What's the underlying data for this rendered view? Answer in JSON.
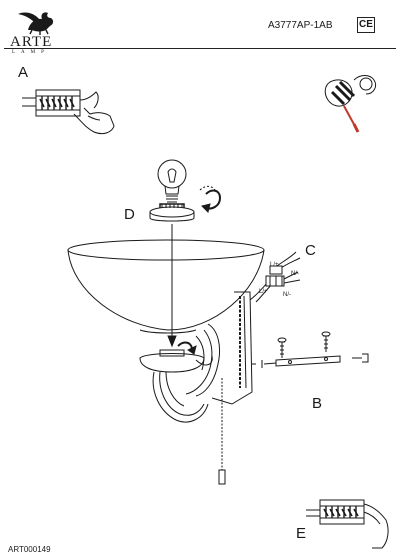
{
  "header": {
    "brand_name": "ARTE",
    "brand_sub": "LAMP",
    "model_number": "A3777AP-1AB",
    "certification": "CE"
  },
  "steps": {
    "a": "A",
    "b": "B",
    "c": "C",
    "d": "D",
    "e": "E"
  },
  "wiring_labels": {
    "l_top": "L/+",
    "n_top": "N/-",
    "l_bottom": "L/+",
    "n_bottom": "N/-"
  },
  "footer": {
    "doc_code": "ART000149"
  },
  "icons": [
    "griffin-logo-icon",
    "ce-mark-icon",
    "no-children-icon",
    "arrow-rotate-icon"
  ],
  "colors": {
    "line": "#1a1a1a",
    "accent_red": "#c0392b"
  }
}
